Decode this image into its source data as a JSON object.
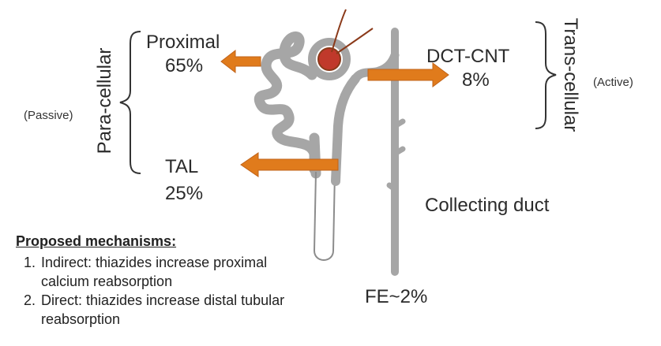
{
  "labels": {
    "proximal": "Proximal",
    "proximal_pct": "65%",
    "tal": "TAL",
    "tal_pct": "25%",
    "dct_cnt": "DCT-CNT",
    "dct_pct": "8%",
    "collecting_duct": "Collecting duct",
    "fe": "FE~2%",
    "para_cellular": "Para-cellular",
    "passive": "(Passive)",
    "trans_cellular": "Trans-cellular",
    "active": "(Active)"
  },
  "mechanisms": {
    "title": "Proposed mechanisms:",
    "items": [
      "Indirect: thiazides increase proximal calcium reabsorption",
      "Direct: thiazides increase distal tubular reabsorption"
    ]
  },
  "colors": {
    "tubule": "#a6a6a6",
    "arrow": "#e07b1c",
    "glomerulus": "#c0392b",
    "vessel": "#8b3a1a"
  }
}
